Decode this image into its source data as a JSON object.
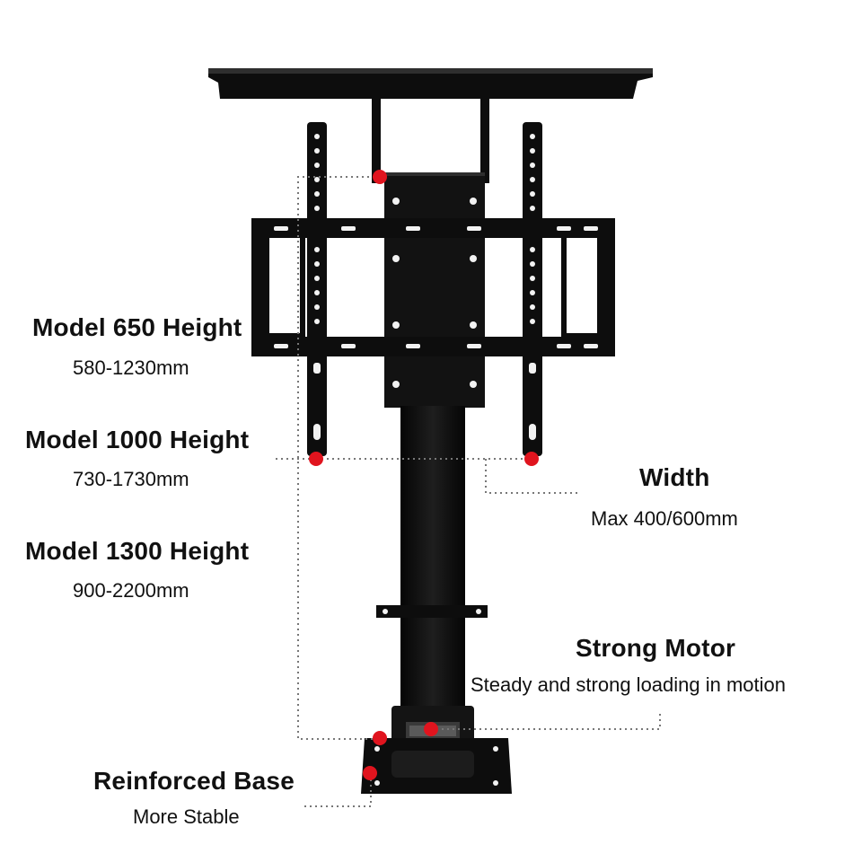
{
  "product_image": {
    "subject": "motorized-tv-lift",
    "colors": {
      "metal": "#0d0d0d",
      "metal_edge": "#2e2e2e",
      "hole": "#f2f2f2",
      "marker": "#e0141e",
      "leader": "#777777",
      "text": "#111111",
      "background": "#ffffff"
    }
  },
  "labels": {
    "model_650": {
      "title": "Model 650 Height",
      "range": "580-1230mm"
    },
    "model_1000": {
      "title": "Model 1000 Height",
      "range": "730-1730mm"
    },
    "model_1300": {
      "title": "Model 1300 Height",
      "range": "900-2200mm"
    },
    "width": {
      "title": "Width",
      "detail": "Max 400/600mm"
    },
    "motor": {
      "title": "Strong Motor",
      "detail": "Steady and strong loading in motion"
    },
    "base": {
      "title": "Reinforced Base",
      "detail": "More Stable"
    }
  }
}
